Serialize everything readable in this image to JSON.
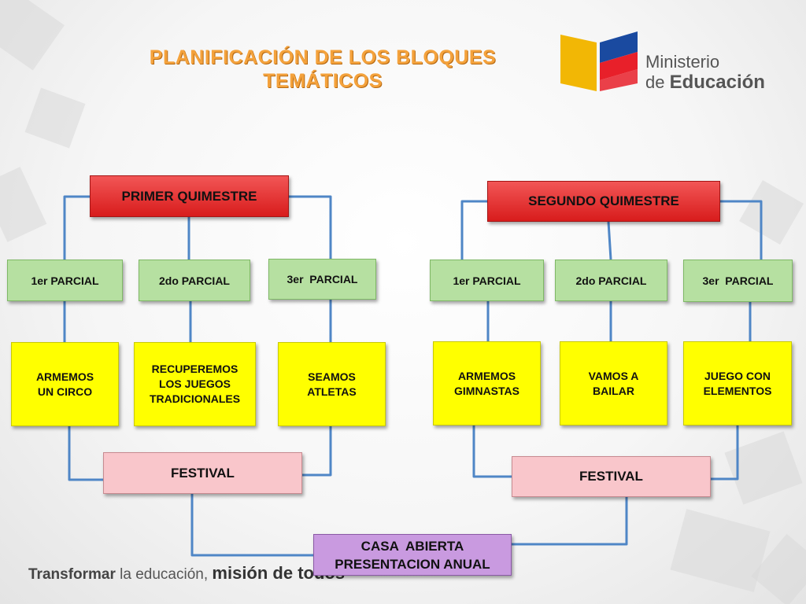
{
  "title": {
    "line1": "PLANIFICACIÓN DE LOS BLOQUES",
    "line2": "TEMÁTICOS"
  },
  "logo": {
    "line1": "Ministerio",
    "line2_prefix": "de ",
    "line2_bold": "Educación"
  },
  "left": {
    "header": "PRIMER QUIMESTRE",
    "parciales": [
      "1er PARCIAL",
      "2do PARCIAL",
      "3er  PARCIAL"
    ],
    "bloques": [
      {
        "l1": "ARMEMOS",
        "l2": "UN CIRCO",
        "l3": ""
      },
      {
        "l1": "RECUPEREMOS",
        "l2": "LOS JUEGOS",
        "l3": "TRADICIONALES"
      },
      {
        "l1": "SEAMOS",
        "l2": "ATLETAS",
        "l3": ""
      }
    ],
    "festival": "FESTIVAL"
  },
  "right": {
    "header": "SEGUNDO QUIMESTRE",
    "parciales": [
      "1er PARCIAL",
      "2do PARCIAL",
      "3er  PARCIAL"
    ],
    "bloques": [
      {
        "l1": "ARMEMOS",
        "l2": "GIMNASTAS",
        "l3": ""
      },
      {
        "l1": "VAMOS A",
        "l2": "BAILAR",
        "l3": ""
      },
      {
        "l1": "JUEGO CON",
        "l2": "ELEMENTOS",
        "l3": ""
      }
    ],
    "festival": "FESTIVAL"
  },
  "casa": {
    "line1": "CASA  ABIERTA",
    "line2": "PRESENTACION ANUAL"
  },
  "footer": {
    "part1": "Transformar",
    "part2": " la educación, ",
    "part3": "misión de todos"
  },
  "colors": {
    "connector": "#4f86c6",
    "title": "#f4a23c",
    "header": "#d81c1c",
    "parcial": "#b6e0a1",
    "bloque": "#ffff00",
    "festival": "#f9c6cb",
    "casa": "#c99ae0"
  }
}
